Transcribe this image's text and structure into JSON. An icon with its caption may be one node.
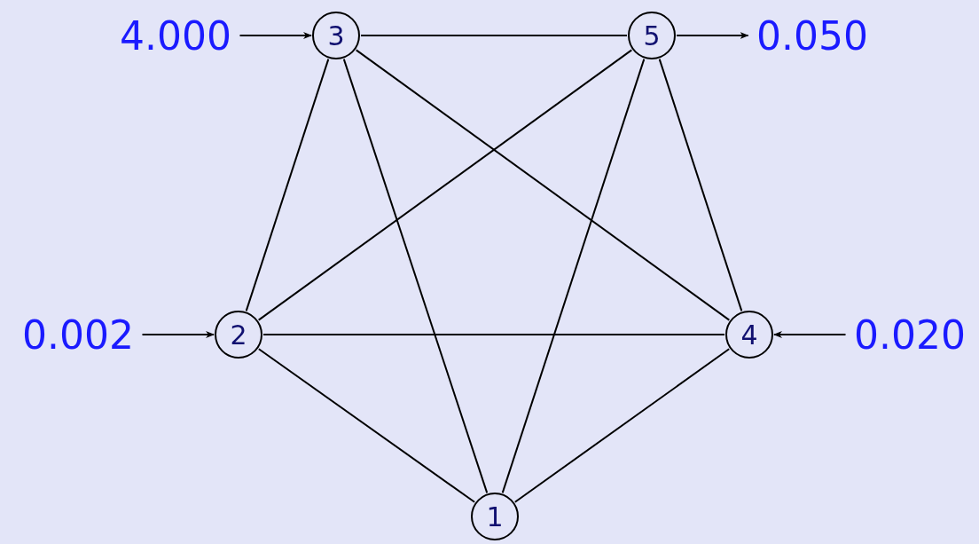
{
  "diagram": {
    "nodes": [
      {
        "text": [
          "4.000"
        ]
      },
      {
        "text": [
          "3"
        ]
      },
      {
        "text": [
          "5"
        ]
      },
      {
        "text": [
          "0.050"
        ]
      },
      {
        "text": [
          "0.002"
        ]
      },
      {
        "text": [
          "2"
        ]
      },
      {
        "text": [
          "4"
        ]
      },
      {
        "text": [
          "0.020"
        ]
      },
      {
        "text": [
          "1"
        ]
      }
    ],
    "edges": [
      {
        "from": 0,
        "to": 1,
        "arrow": "to"
      },
      {
        "from": 2,
        "to": 3,
        "arrow": "to"
      },
      {
        "from": 4,
        "to": 5,
        "arrow": "to"
      },
      {
        "from": 7,
        "to": 6,
        "arrow": "to"
      },
      {
        "from": 1,
        "to": 2,
        "arrow": "none"
      },
      {
        "from": 1,
        "to": 5,
        "arrow": "none"
      },
      {
        "from": 1,
        "to": 8,
        "arrow": "none"
      },
      {
        "from": 1,
        "to": 6,
        "arrow": "none"
      },
      {
        "from": 2,
        "to": 5,
        "arrow": "none"
      },
      {
        "from": 2,
        "to": 8,
        "arrow": "none"
      },
      {
        "from": 2,
        "to": 6,
        "arrow": "none"
      },
      {
        "from": 5,
        "to": 6,
        "arrow": "none"
      },
      {
        "from": 5,
        "to": 8,
        "arrow": "none"
      },
      {
        "from": 6,
        "to": 8,
        "arrow": "none"
      }
    ]
  }
}
